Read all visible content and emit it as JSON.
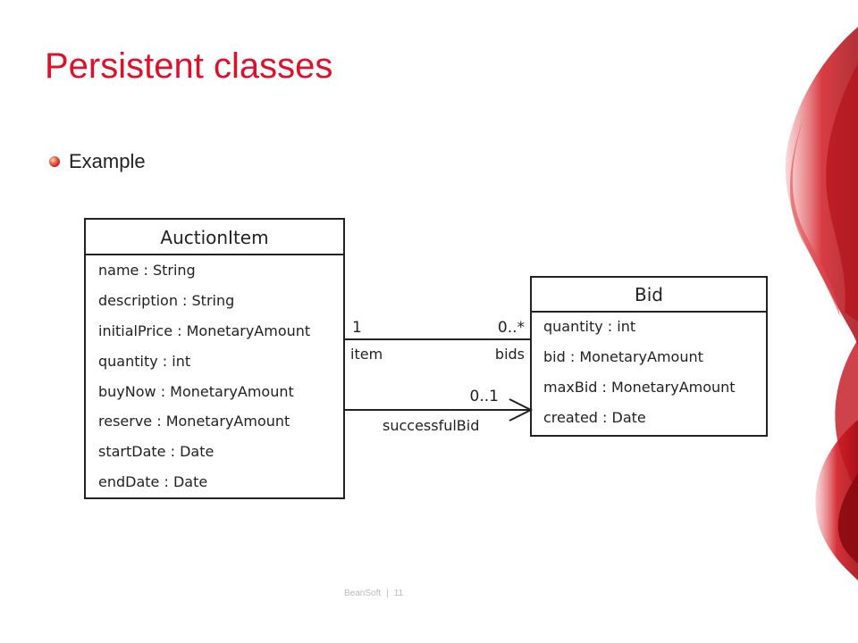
{
  "slide": {
    "title": "Persistent classes",
    "bullet": "Example"
  },
  "diagram": {
    "auction_item": {
      "name": "AuctionItem",
      "attributes": [
        "name : String",
        "description : String",
        "initialPrice : MonetaryAmount",
        "quantity : int",
        "buyNow : MonetaryAmount",
        "reserve : MonetaryAmount",
        "startDate : Date",
        "endDate : Date"
      ]
    },
    "bid": {
      "name": "Bid",
      "attributes": [
        "quantity : int",
        "bid : MonetaryAmount",
        "maxBid : MonetaryAmount",
        "created : Date"
      ]
    },
    "association_bids": {
      "left_multiplicity": "1",
      "left_role": "item",
      "right_multiplicity": "0..*",
      "right_role": "bids"
    },
    "association_successful_bid": {
      "right_multiplicity": "0..1",
      "role": "successfulBid"
    }
  },
  "footer": {
    "company": "BeanSoft",
    "separator": "|",
    "page_number": "11"
  },
  "colors": {
    "title": "#e0102a",
    "accent": "#c8141e"
  }
}
